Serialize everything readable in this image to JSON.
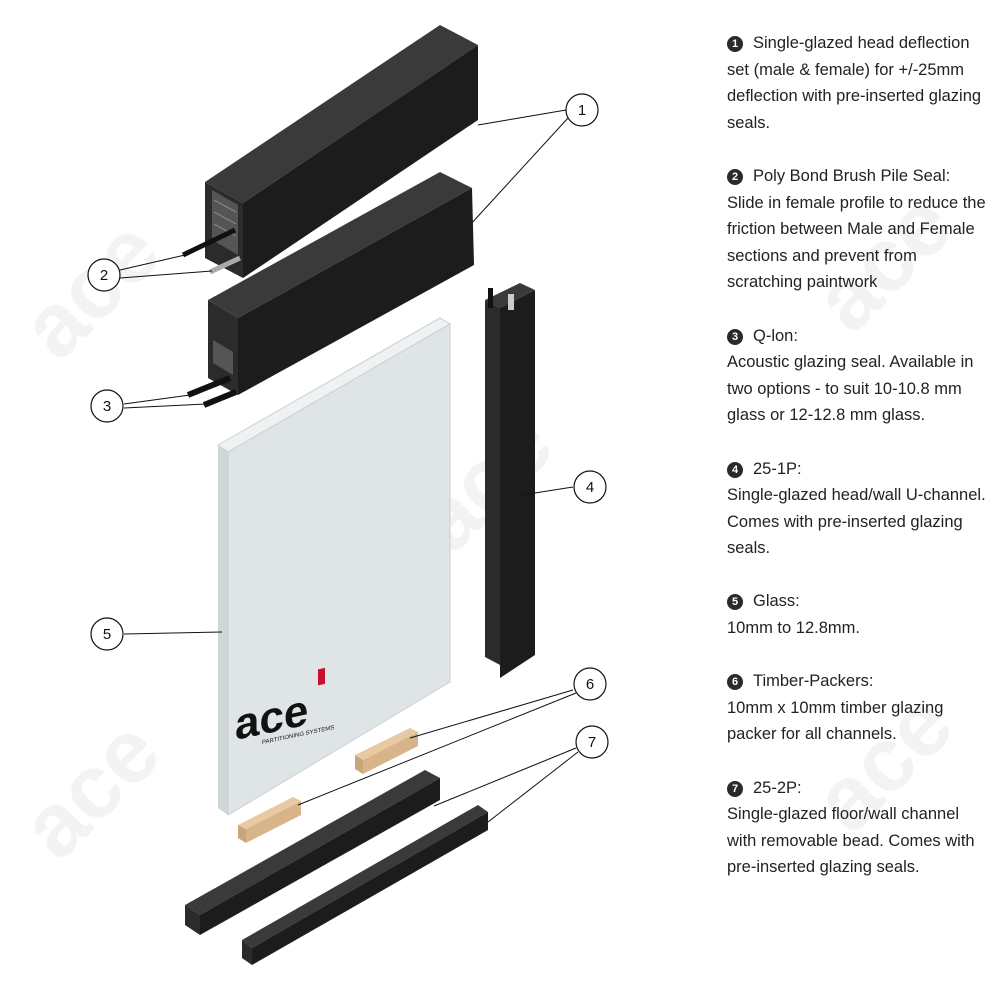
{
  "callouts": [
    "1",
    "2",
    "3",
    "4",
    "5",
    "6",
    "7"
  ],
  "brand": {
    "logo_text": "ace",
    "logo_subtext": "PARTITIONING SYSTEMS"
  },
  "watermark_text": "ace",
  "legend": [
    {
      "num": "1",
      "title": "Single-glazed head deflection set (male & female) for +/-25mm deflection with pre-inserted glazing seals.",
      "body": ""
    },
    {
      "num": "2",
      "title": "Poly Bond Brush Pile Seal:",
      "body": "Slide in female profile to reduce the friction between Male and Female sections and prevent from scratching paintwork"
    },
    {
      "num": "3",
      "title": "Q-lon:",
      "body": "Acoustic glazing seal. Available in two options - to suit 10-10.8 mm glass or 12-12.8 mm glass."
    },
    {
      "num": "4",
      "title": "25-1P:",
      "body": "Single-glazed head/wall U-channel. Comes with pre-inserted glazing seals."
    },
    {
      "num": "5",
      "title": "Glass:",
      "body": "10mm to 12.8mm."
    },
    {
      "num": "6",
      "title": "Timber-Packers:",
      "body": "10mm x 10mm timber glazing packer for all channels."
    },
    {
      "num": "7",
      "title": "25-2P:",
      "body": "Single-glazed floor/wall channel with removable bead. Comes with pre-inserted glazing seals."
    }
  ],
  "colors": {
    "profile": "#1c1c1c",
    "profile_light": "#3a3a3a",
    "glass": "#dfe5e6",
    "timber": "#d8b48a",
    "logo_red": "#c8102e"
  }
}
